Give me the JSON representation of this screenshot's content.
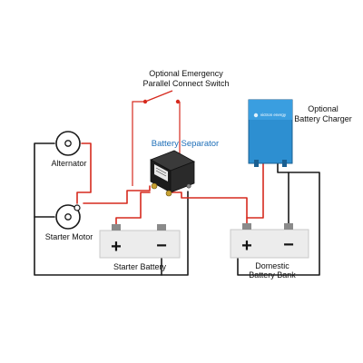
{
  "colors": {
    "positive_wire": "#d62a1e",
    "negative_wire": "#1a1a1a",
    "battery_body": "#ececec",
    "charger_body": "#2d8fd1",
    "separator_body": "#1c1c1c",
    "label_accent": "#1e6fb8"
  },
  "labels": {
    "switch_line1": "Optional Emergency",
    "switch_line2": "Parallel Connect Switch",
    "separator": "Battery Separator",
    "charger_line1": "Optional",
    "charger_line2": "Battery Charger",
    "charger_brand": "victron energy",
    "alternator": "Alternator",
    "starter_motor": "Starter Motor",
    "starter_battery": "Starter Battery",
    "domestic_line1": "Domestic",
    "domestic_line2": "Battery Bank",
    "plus": "+",
    "minus": "−"
  },
  "icons": {
    "alternator": "alternator-symbol-icon",
    "starter_motor": "motor-symbol-icon",
    "separator": "battery-separator-icon",
    "charger": "battery-charger-icon",
    "switch": "switch-icon"
  }
}
